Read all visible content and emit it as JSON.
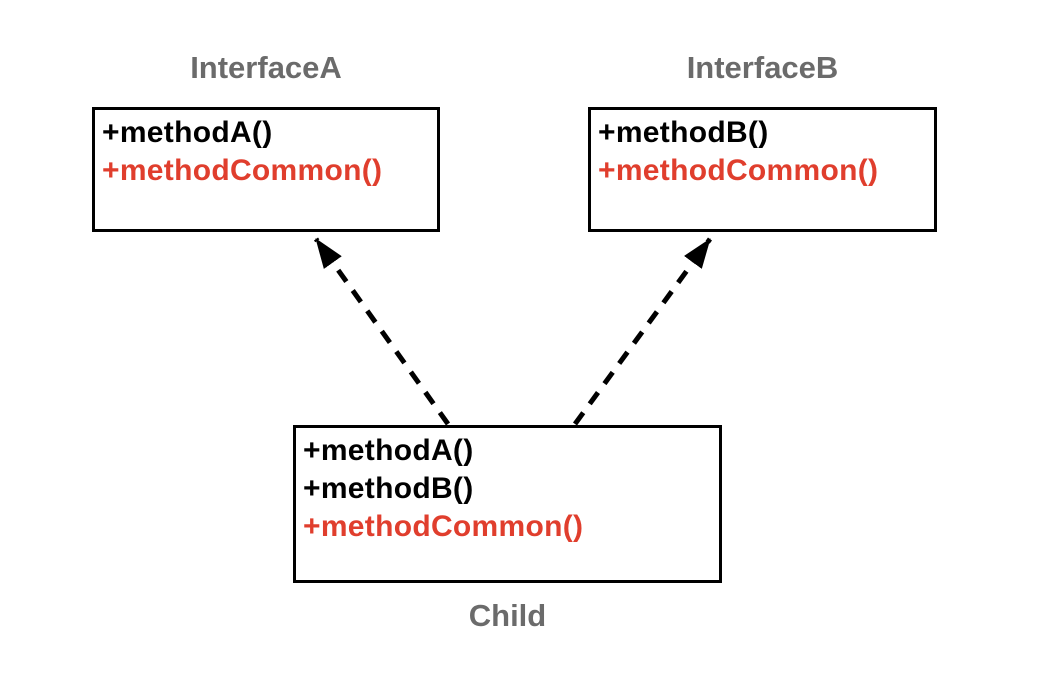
{
  "diagram": {
    "type": "uml-class-diagram",
    "background_color": "#ffffff",
    "colors": {
      "box_border": "#000000",
      "method_text": "#000000",
      "common_method_text": "#e03e2d",
      "node_title_text": "#6b6b6b",
      "arrow": "#000000"
    },
    "nodes": [
      {
        "id": "interface-a",
        "title": "InterfaceA",
        "title_position": "above",
        "methods": [
          {
            "label": "+methodA()",
            "common": false
          },
          {
            "label": "+methodCommon()",
            "common": true
          }
        ]
      },
      {
        "id": "interface-b",
        "title": "InterfaceB",
        "title_position": "above",
        "methods": [
          {
            "label": "+methodB()",
            "common": false
          },
          {
            "label": "+methodCommon()",
            "common": true
          }
        ]
      },
      {
        "id": "child",
        "title": "Child",
        "title_position": "below",
        "methods": [
          {
            "label": "+methodA()",
            "common": false
          },
          {
            "label": "+methodB()",
            "common": false
          },
          {
            "label": "+methodCommon()",
            "common": true
          }
        ]
      }
    ],
    "edges": [
      {
        "from": "child",
        "to": "interface-a",
        "type": "realization",
        "line_style": "dashed",
        "arrowhead": "solid-triangle"
      },
      {
        "from": "child",
        "to": "interface-b",
        "type": "realization",
        "line_style": "dashed",
        "arrowhead": "solid-triangle"
      }
    ]
  }
}
